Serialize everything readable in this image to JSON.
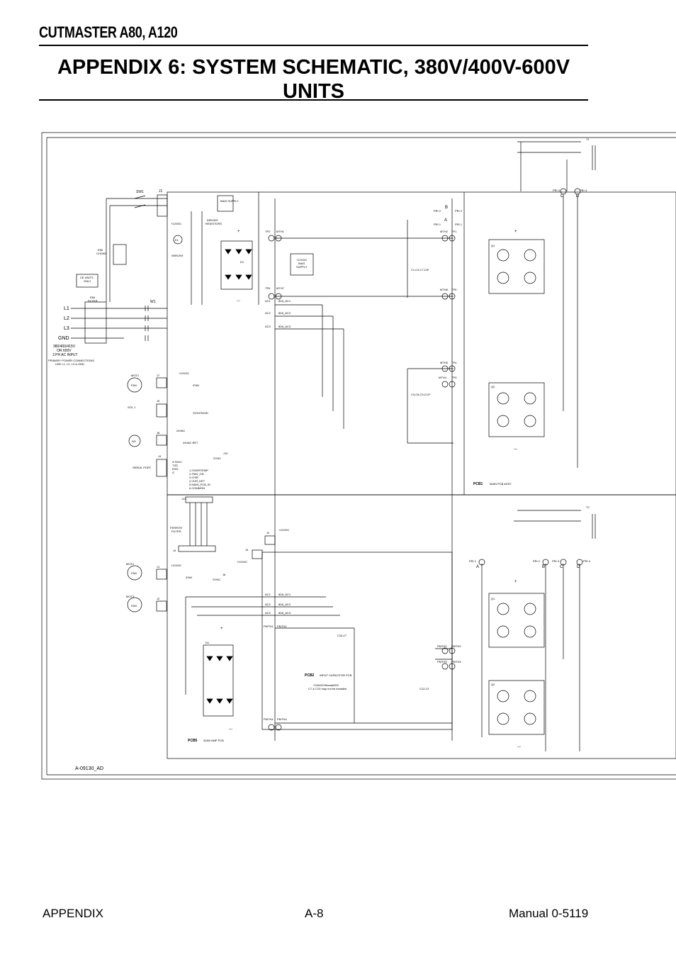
{
  "header": {
    "product": "CUTMASTER A80, A120"
  },
  "title": {
    "line1": "APPENDIX 6:  SYSTEM SCHEMATIC, 380V/400V-600V",
    "line2": "UNITS"
  },
  "footer": {
    "left": "APPENDIX",
    "center": "A-8",
    "right": "Manual 0-5119"
  },
  "schematic": {
    "drawing_number": "A-09130_AD",
    "input": {
      "lines": [
        "L1",
        "L2",
        "L3",
        "GND"
      ],
      "note1": "380/400/415V",
      "note2": "OR 600V",
      "note3": "3 PH AC INPUT",
      "conn1": "PRIMARY POWER CONNECTIONS",
      "conn2": "USE L1, L2, L3  & GND"
    },
    "labels": {
      "sw1": "SW1",
      "j1": "J1",
      "bias_supply": "BIAS SUPPLY",
      "inrush1": "INRUSH",
      "inrush2": "RESISTORS",
      "plus12": "+12VDC",
      "k1": "K1",
      "inrush_ctl": "/INRUSH",
      "emi_choke1": "EMI",
      "emi_choke2": "CHOKE",
      "ce1": "CE UNITS",
      "ce2": "ONLY",
      "emi_filter1": "EMI",
      "emi_filter2": "FILTER",
      "w1": "W1",
      "d1": "D1",
      "tp2": "TP2",
      "mth1": "MTH1",
      "tp6": "TP6",
      "mth7": "MTH7",
      "bias12a": "+12VDC",
      "bias12b": "BIAS",
      "bias12c": "SUPPLY",
      "ac1": "AC1",
      "ac2": "AC2",
      "ac3": "AC3",
      "bac1": "80A_AC1",
      "bac2": "80A_AC2",
      "bac3": "80A_AC3",
      "c1": "C1,C4,C7,C8*",
      "c2": "C3,C6,C9,C10*",
      "mth2": "MTH2",
      "tp1": "TP1",
      "mth6": "MTH6",
      "tp5": "TP5",
      "mth5": "MTH5",
      "tp4": "TP4",
      "mth4": "MTH4",
      "tp3": "TP3",
      "pri1": "PRI 1",
      "pri2": "PRI 2",
      "pri3": "PRI 3",
      "pri4": "PRI 4",
      "a": "A",
      "b": "B",
      "c": "C",
      "d": "D",
      "t1": "T1",
      "t2": "T2",
      "q1": "Q1",
      "q2": "Q2",
      "mot1": "MOT1",
      "fan": "FAN",
      "j7": "J7",
      "slash_fan": "/FAN",
      "sol1": "SOL 1",
      "j9": "J9",
      "solenoid": "/SOLENOID",
      "j6": "J6",
      "w1b": "W1",
      "v24ac": "24VAC",
      "v24ret": "24VAC RET",
      "j4": "J4",
      "serial": "SERIAL PORT",
      "j10": "J10",
      "sync": "SYNC",
      "s1": "3.3VDC",
      "s2": "TXD",
      "s3": "RXD",
      "s4": "G",
      "p1": "1  /OVERTEMP",
      "p2": "2  /FAN_ON",
      "p3": "3  /CSR",
      "p4": "4  CUR_DET",
      "p5": "5  MAIN_PCB_ID",
      "p6": "6  COMMON",
      "pcb1": "PCB1",
      "pcb1d": "MAIN PCB ASSY",
      "j13": "J13",
      "ferrite1": "FERRITE",
      "ferrite2": "FILTER",
      "j2": "J2",
      "j3": "J3",
      "mot2": "MOT2",
      "mot3": "MOT3",
      "pmth1": "PMTH1",
      "pmth2": "PMTH2",
      "pmth3": "PMTH3",
      "pmth4": "PMTH4",
      "c16": "C16-17",
      "c12": "C12-13",
      "pcb2": "PCB2",
      "pcb2d": "INPUT CAPACITOR PCB",
      "note_a": "*CM102/Stanrail300",
      "note_b": "C7 &  C10 may not be installed",
      "pcb5": "PCB5",
      "pcb5d": "40/60 AMP PCB",
      "plus": "+",
      "minus": "—"
    }
  }
}
